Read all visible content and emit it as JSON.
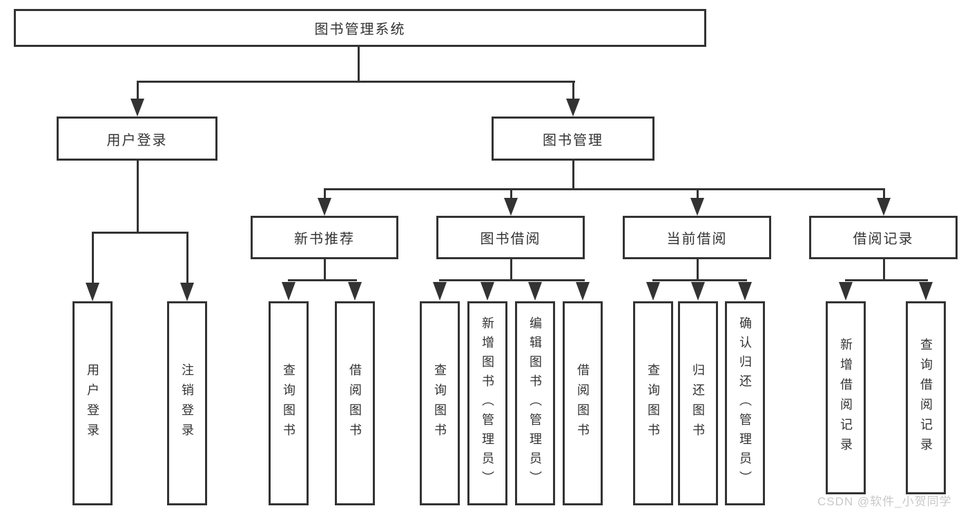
{
  "title": "图书管理系统",
  "tree": {
    "root": {
      "label": "图书管理系统"
    },
    "branches": [
      {
        "label": "用户登录",
        "children": [
          {
            "label": "用户登录"
          },
          {
            "label": "注销登录"
          }
        ]
      },
      {
        "label": "图书管理",
        "children": [
          {
            "label": "新书推荐",
            "children": [
              {
                "label": "查询图书"
              },
              {
                "label": "借阅图书"
              }
            ]
          },
          {
            "label": "图书借阅",
            "children": [
              {
                "label": "查询图书"
              },
              {
                "label": "新增图书（管理员）"
              },
              {
                "label": "编辑图书（管理员）"
              },
              {
                "label": "借阅图书"
              }
            ]
          },
          {
            "label": "当前借阅",
            "children": [
              {
                "label": "查询图书"
              },
              {
                "label": "归还图书"
              },
              {
                "label": "确认归还（管理员）"
              }
            ]
          },
          {
            "label": "借阅记录",
            "children": [
              {
                "label": "新增借阅记录"
              },
              {
                "label": "查询借阅记录"
              }
            ]
          }
        ]
      }
    ]
  },
  "watermark": {
    "text": "CSDN @软件_小贺同学"
  },
  "colors": {
    "line": "#333333",
    "text": "#333333",
    "box_background": "#ffffff",
    "page_background": "#ffffff",
    "watermark": "#c8c8c8"
  }
}
